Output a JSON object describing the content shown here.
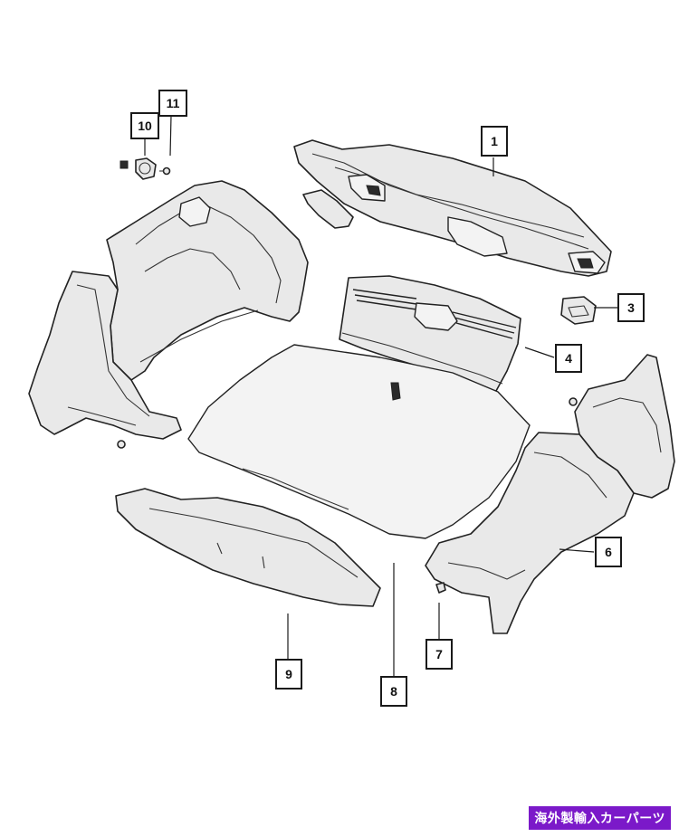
{
  "callouts": [
    {
      "label": "1"
    },
    {
      "label": "3"
    },
    {
      "label": "4"
    },
    {
      "label": "6"
    },
    {
      "label": "7"
    },
    {
      "label": "8"
    },
    {
      "label": "9"
    },
    {
      "label": "10"
    },
    {
      "label": "11"
    }
  ],
  "watermark": "海外製輸入カーパーツ",
  "colors": {
    "line": "#222222",
    "fill": "#e9e9e9",
    "watermark_bg": "#7b19c9",
    "watermark_text": "#ffffff"
  }
}
